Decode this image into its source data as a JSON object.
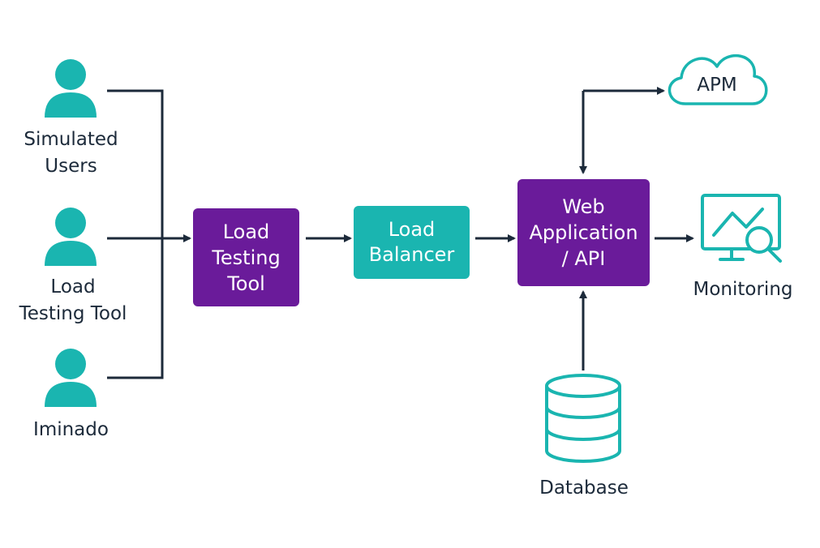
{
  "colors": {
    "teal": "#1ab5b0",
    "purple": "#6a1b9a",
    "connector": "#1c2a3a",
    "text": "#1c2a3a"
  },
  "users": [
    {
      "icon": "user-icon",
      "line1": "Simulated",
      "line2": "Users"
    },
    {
      "icon": "user-icon",
      "line1": "Load",
      "line2": "Testing Tool"
    },
    {
      "icon": "user-icon",
      "line1": "Iminado",
      "line2": ""
    }
  ],
  "nodes": {
    "load_testing_tool": {
      "line1": "Load",
      "line2": "Testing",
      "line3": "Tool"
    },
    "load_balancer": {
      "line1": "Load",
      "line2": "Balancer"
    },
    "web_app": {
      "line1": "Web",
      "line2": "Application",
      "line3": "/ API"
    },
    "apm": {
      "icon": "cloud-icon",
      "label": "APM"
    },
    "monitoring": {
      "icon": "monitor-search-icon",
      "label": "Monitoring"
    },
    "database": {
      "icon": "database-icon",
      "label": "Database"
    }
  }
}
